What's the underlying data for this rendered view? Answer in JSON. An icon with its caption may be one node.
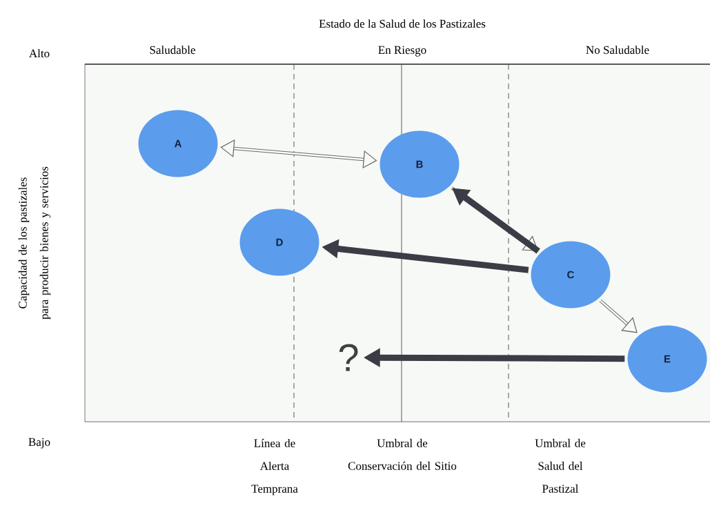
{
  "diagram": {
    "title": "Estado de la Salud de los Pastizales",
    "nodes": [
      {
        "text": [
          "A"
        ]
      },
      {
        "text": [
          "B"
        ]
      },
      {
        "text": [
          "D"
        ]
      },
      {
        "text": [
          "C"
        ]
      },
      {
        "text": [
          "E"
        ]
      },
      {
        "text": [
          "?"
        ]
      }
    ],
    "edges": [
      {
        "from": 0,
        "to": 1,
        "arrow": "both"
      },
      {
        "from": 1,
        "to": 3,
        "arrow": "to"
      },
      {
        "from": 3,
        "to": 1,
        "arrow": "to",
        "style": "thick",
        "color": "#3a3d45"
      },
      {
        "from": 3,
        "to": 2,
        "arrow": "to",
        "style": "thick",
        "color": "#3a3d45"
      },
      {
        "from": 3,
        "to": 4,
        "arrow": "to"
      },
      {
        "from": 4,
        "to": 5,
        "arrow": "to",
        "style": "thick",
        "color": "#3a3d45"
      }
    ],
    "labels": [
      "Saludable",
      "En Riesgo",
      "No Saludable",
      "Alto",
      "Capacidad de los pastizales para producir bienes y servicios",
      "Bajo",
      "Línea de Alerta Temprana",
      "Umbral de Conservación del Sitio",
      "Umbral de Salud del Pastizal"
    ]
  }
}
